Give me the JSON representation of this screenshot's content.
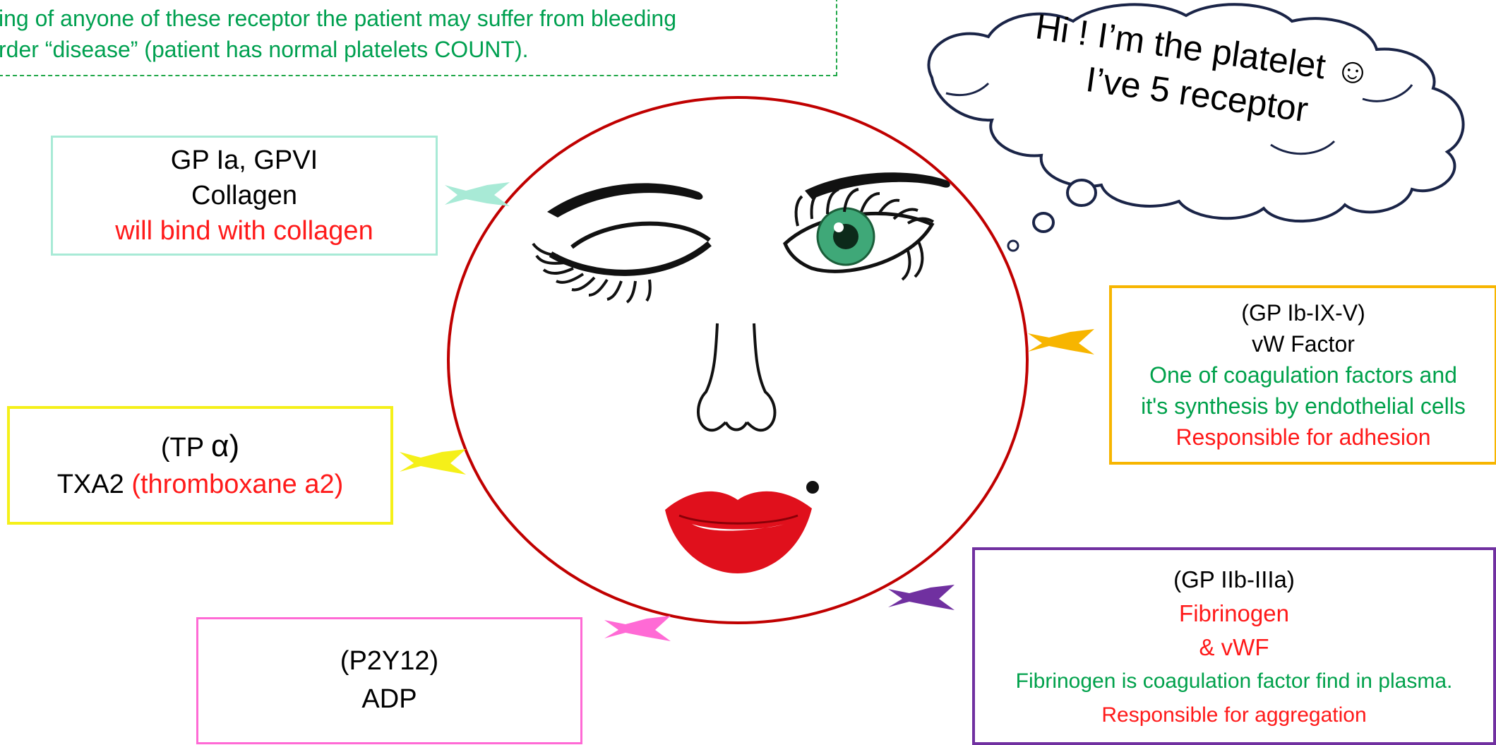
{
  "note": {
    "line1": "ing of anyone of these receptor the patient may suffer from bleeding",
    "line2": "rder “disease” (patient has normal platelets COUNT)."
  },
  "thought": {
    "line1": "Hi ! I’m the platelet ☺",
    "line2": "I’ve 5 receptor"
  },
  "receptors": {
    "collagen": {
      "name": "GP Ia, GPVI",
      "ligand": "Collagen",
      "note": "will bind with collagen",
      "color": "#a8ead6"
    },
    "tpa": {
      "name_prefix": "(TP ",
      "alpha": "α",
      "name_suffix": ")",
      "ligand": "TXA2 ",
      "ligand_note": "(thromboxane a2)",
      "color": "#f5f019"
    },
    "p2y12": {
      "name": "(P2Y12)",
      "ligand": "ADP",
      "color": "#ff6ad5"
    },
    "vwf": {
      "name": "(GP Ib-IX-V)",
      "ligand": "vW Factor",
      "desc1": "One of coagulation factors and",
      "desc2": "it's synthesis by endothelial cells",
      "role": "Responsible for adhesion",
      "color": "#f7b500"
    },
    "fib": {
      "name": "(GP IIb-IIIa)",
      "ligand1": "Fibrinogen",
      "ligand2": "& vWF",
      "desc": "Fibrinogen is coagulation factor find in plasma.",
      "role": "Responsible for aggregation",
      "color": "#7030a0"
    }
  },
  "platelet_border_color": "#c00000",
  "lip_color": "#e0101c",
  "eye_color": "#3fa878"
}
